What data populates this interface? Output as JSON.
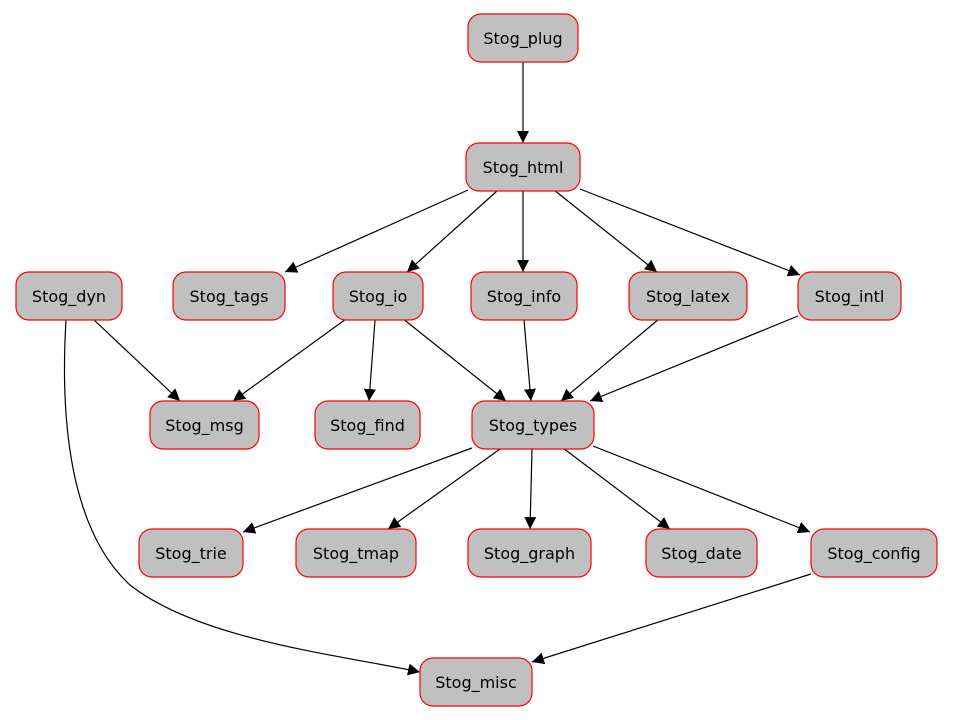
{
  "style": {
    "node_fill": "#c0c0c0",
    "node_stroke": "#ff0000",
    "edge_color": "#000000",
    "background": "#ffffff"
  },
  "nodes": [
    {
      "id": "plug",
      "label": "Stog_plug"
    },
    {
      "id": "html",
      "label": "Stog_html"
    },
    {
      "id": "dyn",
      "label": "Stog_dyn"
    },
    {
      "id": "tags",
      "label": "Stog_tags"
    },
    {
      "id": "io",
      "label": "Stog_io"
    },
    {
      "id": "info",
      "label": "Stog_info"
    },
    {
      "id": "latex",
      "label": "Stog_latex"
    },
    {
      "id": "intl",
      "label": "Stog_intl"
    },
    {
      "id": "msg",
      "label": "Stog_msg"
    },
    {
      "id": "find",
      "label": "Stog_find"
    },
    {
      "id": "types",
      "label": "Stog_types"
    },
    {
      "id": "trie",
      "label": "Stog_trie"
    },
    {
      "id": "tmap",
      "label": "Stog_tmap"
    },
    {
      "id": "graph",
      "label": "Stog_graph"
    },
    {
      "id": "date",
      "label": "Stog_date"
    },
    {
      "id": "config",
      "label": "Stog_config"
    },
    {
      "id": "misc",
      "label": "Stog_misc"
    }
  ],
  "edges": [
    {
      "from": "plug",
      "to": "html"
    },
    {
      "from": "html",
      "to": "tags"
    },
    {
      "from": "html",
      "to": "io"
    },
    {
      "from": "html",
      "to": "info"
    },
    {
      "from": "html",
      "to": "latex"
    },
    {
      "from": "html",
      "to": "intl"
    },
    {
      "from": "dyn",
      "to": "msg"
    },
    {
      "from": "dyn",
      "to": "misc"
    },
    {
      "from": "io",
      "to": "msg"
    },
    {
      "from": "io",
      "to": "find"
    },
    {
      "from": "io",
      "to": "types"
    },
    {
      "from": "info",
      "to": "types"
    },
    {
      "from": "latex",
      "to": "types"
    },
    {
      "from": "intl",
      "to": "types"
    },
    {
      "from": "types",
      "to": "trie"
    },
    {
      "from": "types",
      "to": "tmap"
    },
    {
      "from": "types",
      "to": "graph"
    },
    {
      "from": "types",
      "to": "date"
    },
    {
      "from": "types",
      "to": "config"
    },
    {
      "from": "config",
      "to": "misc"
    }
  ]
}
